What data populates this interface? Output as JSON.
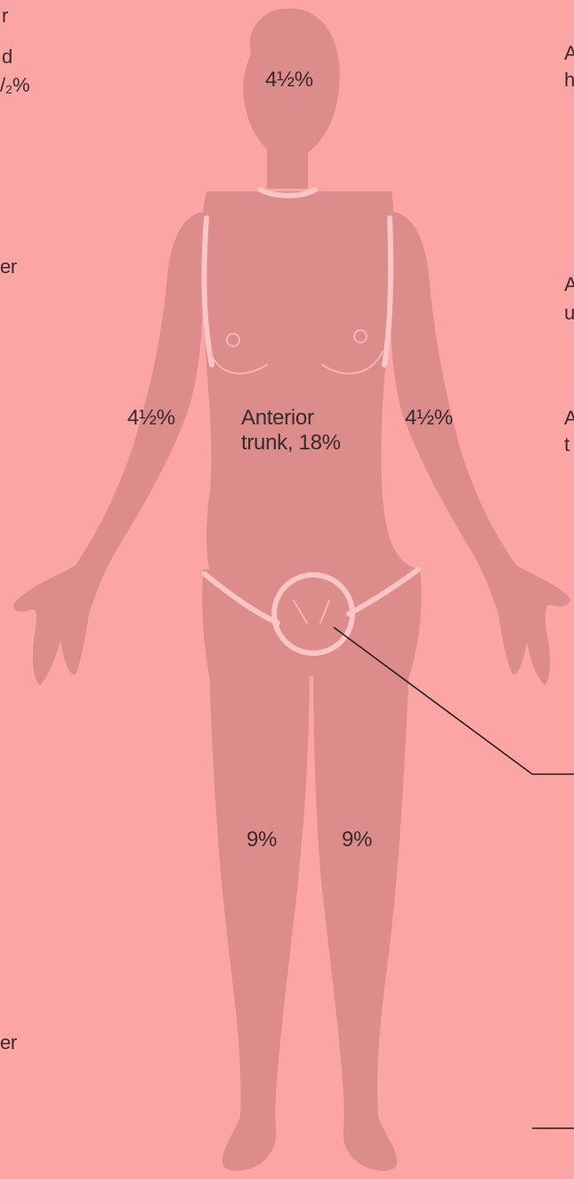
{
  "colors": {
    "background": "#fca5a5",
    "body_fill": "#dd8c8c",
    "outline_line": "#ffc4c4",
    "text": "#3a2a2a",
    "leader_line": "#2a1a1a"
  },
  "figure": {
    "head_label": "4½%",
    "right_arm_label": "4½%",
    "left_arm_label": "4½%",
    "trunk_label_line1": "Anterior",
    "trunk_label_line2": "trunk, 18%",
    "right_leg_label": "9%",
    "left_leg_label": "9%"
  },
  "cropped_left_text": {
    "line1": "r",
    "line2": "d",
    "line3": "/₂%",
    "line4": "er",
    "line5": "er"
  },
  "cropped_right_text": {
    "line1": "A",
    "line2": "h",
    "line3": "A",
    "line4": "u",
    "line5": "A",
    "line6": "t"
  }
}
